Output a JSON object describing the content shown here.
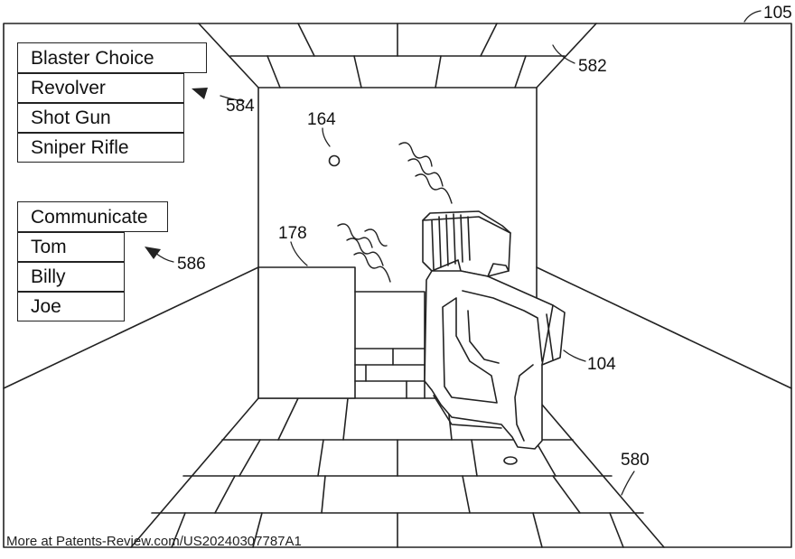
{
  "blaster_menu": {
    "header": "Blaster Choice",
    "items": [
      "Revolver",
      "Shot Gun",
      "Sniper Rifle"
    ]
  },
  "communicate_menu": {
    "header": "Communicate",
    "items": [
      "Tom",
      "Billy",
      "Joe"
    ]
  },
  "refs": {
    "figure": "105",
    "room": "582",
    "blaster_menu": "584",
    "target": "164",
    "obstacle": "178",
    "communicate_menu": "586",
    "blaster": "104",
    "floor": "580"
  },
  "footer": "More at Patents-Review.com/US20240307787A1"
}
